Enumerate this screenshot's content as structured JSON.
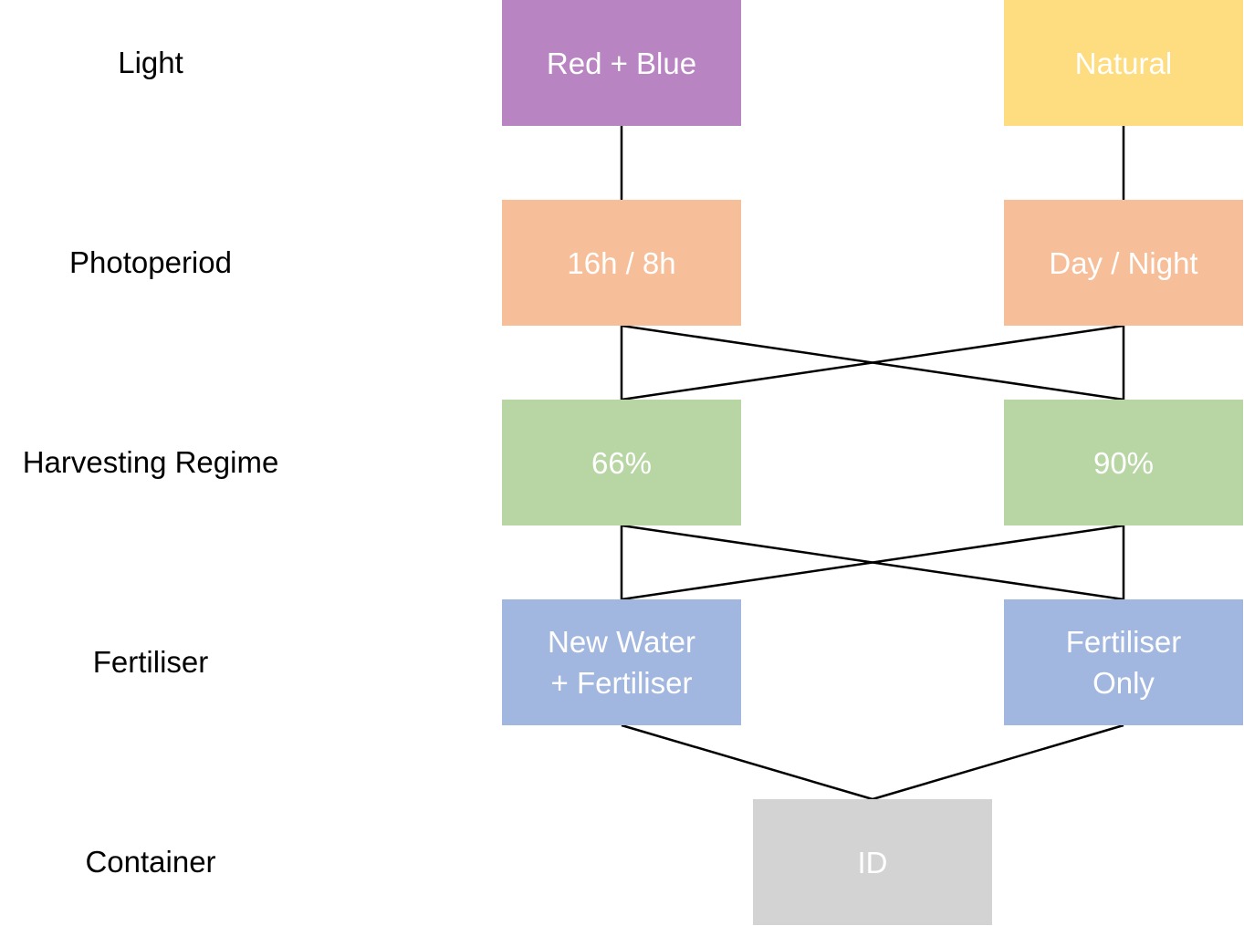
{
  "rows": {
    "light": "Light",
    "photoperiod": "Photoperiod",
    "harvesting": "Harvesting Regime",
    "fertiliser": "Fertiliser",
    "container": "Container"
  },
  "nodes": {
    "red_blue": {
      "label": "Red + Blue",
      "color": "#b885c2"
    },
    "natural": {
      "label": "Natural",
      "color": "#fedd81"
    },
    "p16_8": {
      "label": "16h / 8h",
      "color": "#f6bf99"
    },
    "day_night": {
      "label": "Day / Night",
      "color": "#f6bf99"
    },
    "h66": {
      "label": "66%",
      "color": "#b8d6a4"
    },
    "h90": {
      "label": "90%",
      "color": "#b8d6a4"
    },
    "new_water": {
      "label": "New Water\n+ Fertiliser",
      "color": "#a1b7df"
    },
    "fert_only": {
      "label": "Fertiliser\nOnly",
      "color": "#a1b7df"
    },
    "id": {
      "label": "ID",
      "color": "#d3d3d3"
    }
  }
}
